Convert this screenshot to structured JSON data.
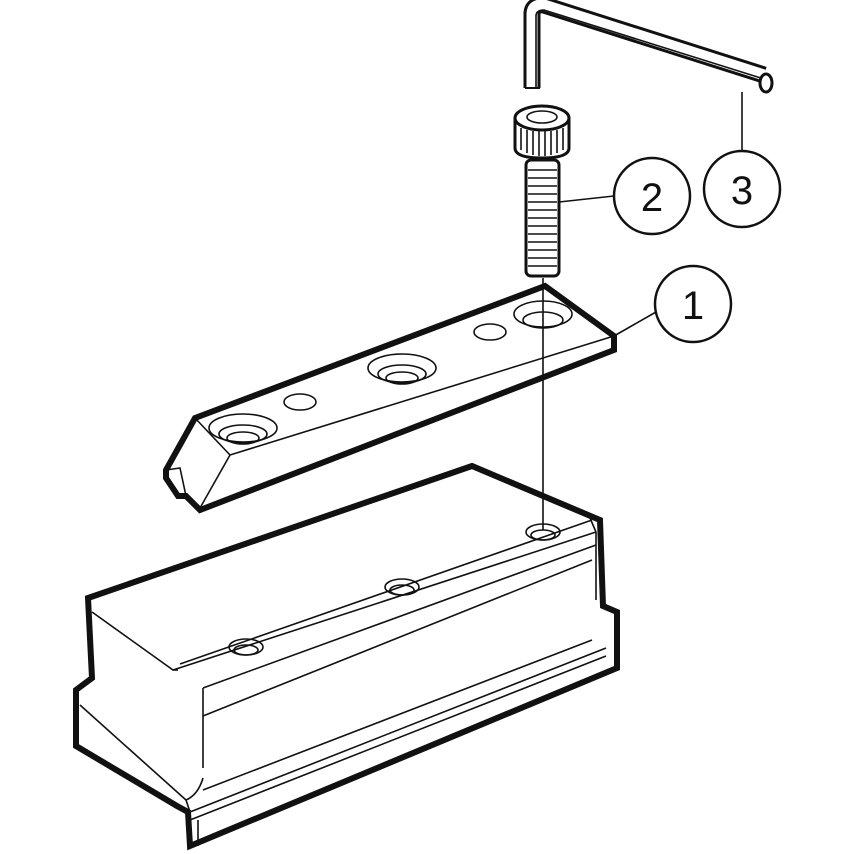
{
  "diagram": {
    "type": "exploded-assembly-line-drawing",
    "parts": [
      {
        "id": "1",
        "label": "1",
        "name": "clamp-plate"
      },
      {
        "id": "2",
        "label": "2",
        "name": "socket-head-cap-screw"
      },
      {
        "id": "3",
        "label": "3",
        "name": "hex-key"
      }
    ],
    "base": {
      "name": "tool-block"
    },
    "colors": {
      "stroke": "#111111",
      "background": "#ffffff"
    }
  }
}
